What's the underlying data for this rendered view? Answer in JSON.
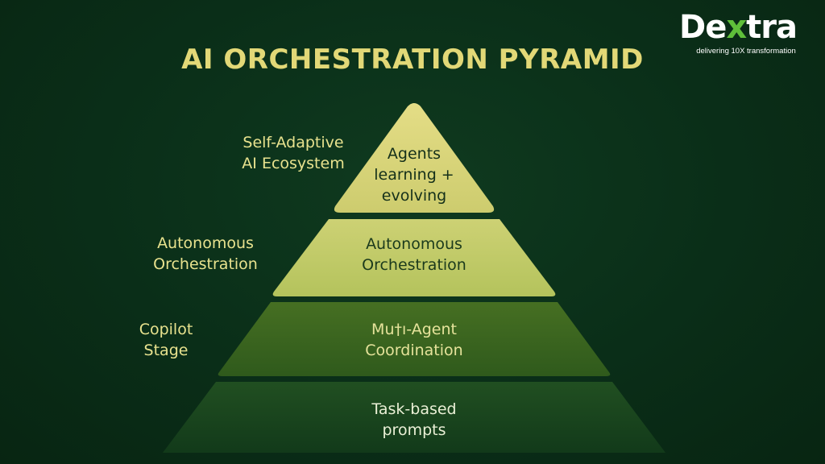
{
  "brand": {
    "name": "Dextra",
    "tagline": "delivering 10X transformation"
  },
  "title": "AI ORCHESTRATION PYRAMID",
  "tiers": [
    {
      "text": "Agents\nlearning +\nevolving",
      "side_label": "Self-Adaptive\nAI Ecosystem"
    },
    {
      "text": "Autonomous\nOrchestration",
      "side_label": "Autonomous\nOrchestration"
    },
    {
      "text": "Mu†ı-Agent\nCoordination",
      "side_label": "Copilot\nStage"
    },
    {
      "text": "Task-based\nprompts",
      "side_label": ""
    }
  ],
  "colors": {
    "title": "#e2d877",
    "side_label": "#e8e28e",
    "tier1": "#d6d47a",
    "tier2": "#bcc763",
    "tier3": "#3c6a22",
    "tier4": "#1d4a20",
    "logo_x": "#5fbf3a"
  }
}
